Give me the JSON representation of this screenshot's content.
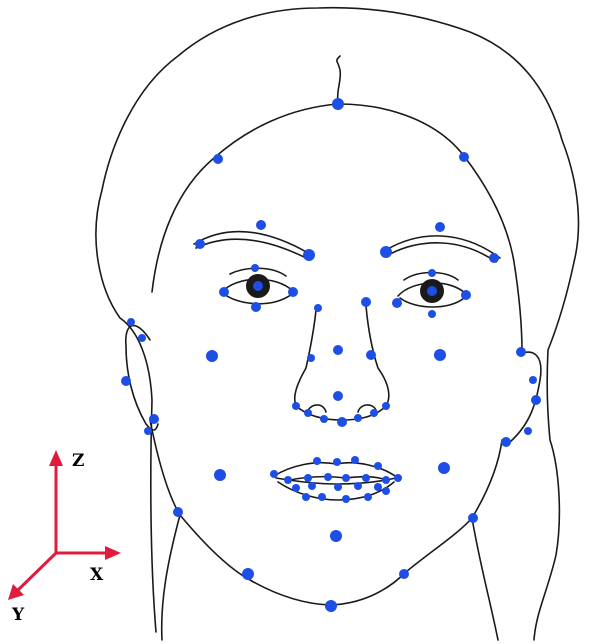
{
  "figure": {
    "colors": {
      "line": "#1a1a1a",
      "landmark": "#1d4fe6",
      "axis": "#e01b3c",
      "iris": "#1a1a1a",
      "pupil": "#1d4fe6"
    },
    "axes": {
      "z_label": "Z",
      "x_label": "X",
      "y_label": "Y"
    }
  }
}
